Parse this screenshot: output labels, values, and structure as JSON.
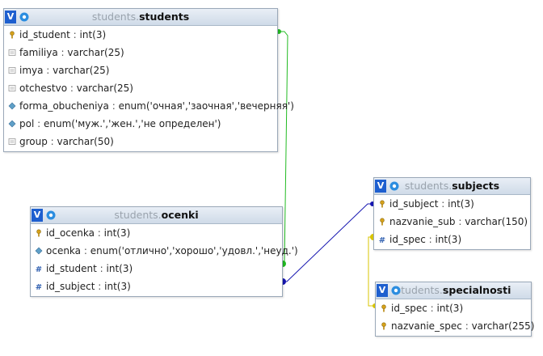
{
  "tables": {
    "students": {
      "db": "students.",
      "name": "students",
      "columns": [
        {
          "name": "id_student",
          "type": "int(3)",
          "icon": "primary-key-icon"
        },
        {
          "name": "familiya",
          "type": "varchar(25)",
          "icon": "text-column-icon"
        },
        {
          "name": "imya",
          "type": "varchar(25)",
          "icon": "text-column-icon"
        },
        {
          "name": "otchestvo",
          "type": "varchar(25)",
          "icon": "text-column-icon"
        },
        {
          "name": "forma_obucheniya",
          "type": "enum('очная','заочная','вечерняя')",
          "icon": "enum-column-icon"
        },
        {
          "name": "pol",
          "type": "enum('муж.','жен.','не определен')",
          "icon": "enum-column-icon"
        },
        {
          "name": "group",
          "type": "varchar(50)",
          "icon": "text-column-icon"
        }
      ]
    },
    "ocenki": {
      "db": "students.",
      "name": "ocenki",
      "columns": [
        {
          "name": "id_ocenka",
          "type": "int(3)",
          "icon": "primary-key-icon"
        },
        {
          "name": "ocenka",
          "type": "enum('отлично','хорошо','удовл.','неуд.')",
          "icon": "enum-column-icon"
        },
        {
          "name": "id_student",
          "type": "int(3)",
          "icon": "numeric-column-icon"
        },
        {
          "name": "id_subject",
          "type": "int(3)",
          "icon": "numeric-column-icon"
        }
      ]
    },
    "subjects": {
      "db": "students.",
      "name": "subjects",
      "columns": [
        {
          "name": "id_subject",
          "type": "int(3)",
          "icon": "primary-key-icon"
        },
        {
          "name": "nazvanie_sub",
          "type": "varchar(150)",
          "icon": "primary-key-icon"
        },
        {
          "name": "id_spec",
          "type": "int(3)",
          "icon": "numeric-column-icon"
        }
      ]
    },
    "specialnosti": {
      "db": "students.",
      "name": "specialnosti",
      "columns": [
        {
          "name": "id_spec",
          "type": "int(3)",
          "icon": "primary-key-icon"
        },
        {
          "name": "nazvanie_spec",
          "type": "varchar(255)",
          "icon": "primary-key-icon"
        }
      ]
    }
  },
  "header_toggle_label": "V",
  "colors": {
    "relation_students_ocenki": "#22bb22",
    "relation_ocenki_subjects": "#1515b0",
    "relation_subjects_specialnosti": "#d8c400"
  }
}
